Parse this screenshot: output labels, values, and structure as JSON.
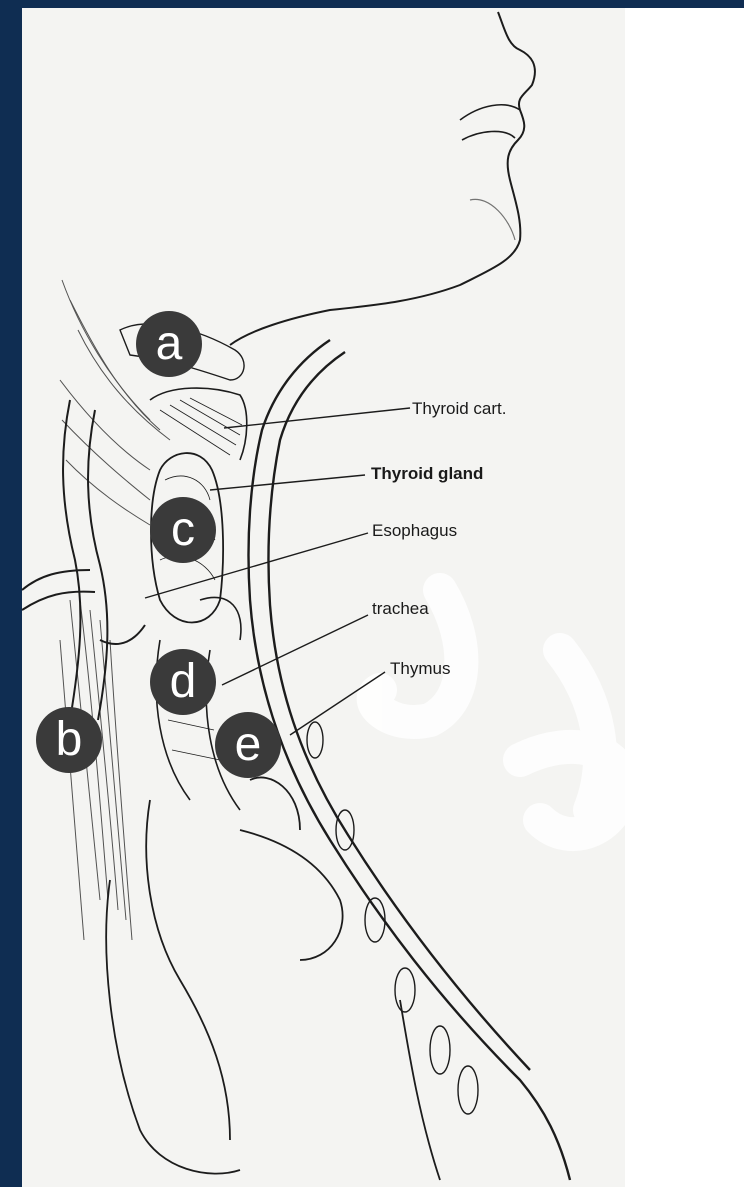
{
  "labels": {
    "thyroid_cartilage": "Thyroid cart.",
    "thyroid_gland": "Thyroid gland",
    "esophagus": "Esophagus",
    "trachea": "trachea",
    "thymus": "Thymus"
  },
  "markers": {
    "a": "a",
    "b": "b",
    "c": "c",
    "d": "d",
    "e": "e"
  },
  "colors": {
    "frame_background": "#0f2d52",
    "paper": "#f4f4f2",
    "marker_fill": "#3a3a3a",
    "marker_text": "#ffffff",
    "ink": "#1a1a1a"
  }
}
